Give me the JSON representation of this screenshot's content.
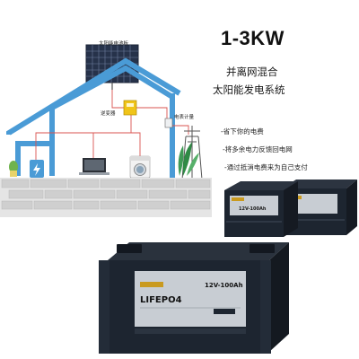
{
  "headline": "1-3KW",
  "subtitle": {
    "line1": "并离网混合",
    "line2": "太阳能发电系统"
  },
  "bullets": [
    "-省下你的电费",
    "-将多余电力反馈回电网",
    "-通过抵消电费来为自己支付"
  ],
  "diagram": {
    "panel_label": "太阳能电池板",
    "inverter_label": "逆变器",
    "meter_label": "电表计量"
  },
  "battery_front": {
    "brand": "LIFEPO4",
    "rating": "12V-100Ah"
  },
  "battery_back": {
    "rating": "12V-100Ah"
  },
  "colors": {
    "house_outline": "#4a9bd6",
    "wiring": "#d9534f",
    "wall": "#e5e5e5",
    "battery_body": "#1d2530",
    "label_panel": "#c8cdd3",
    "brand_tag": "#c99a1f"
  }
}
